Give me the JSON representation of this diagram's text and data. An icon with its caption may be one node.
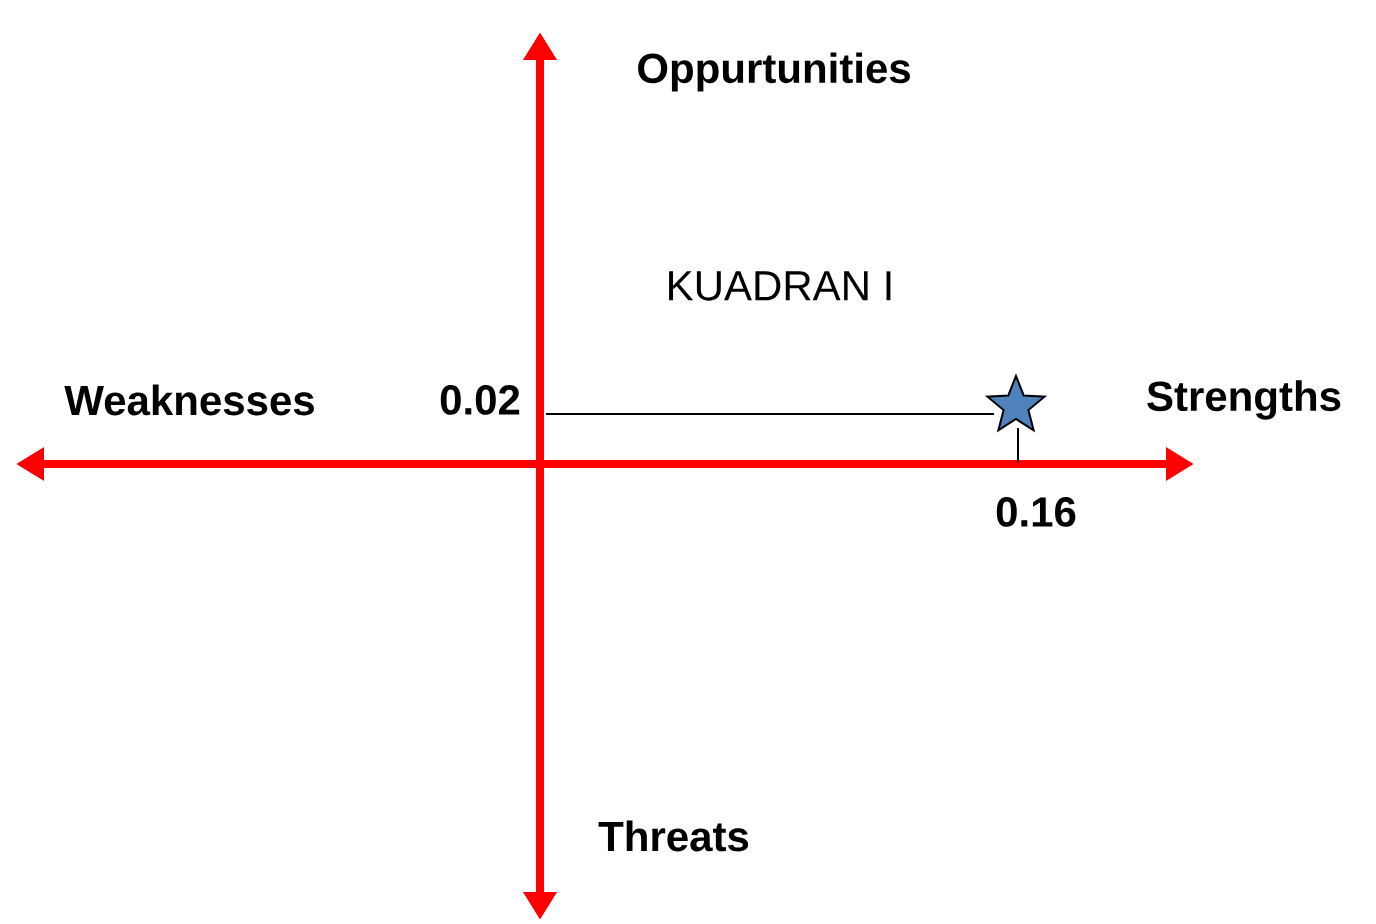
{
  "diagram": {
    "labels": [
      "Oppurtunities",
      "KUADRAN I",
      "Weaknesses",
      "0.02",
      "Strengths",
      "0.16",
      "Threats"
    ]
  }
}
